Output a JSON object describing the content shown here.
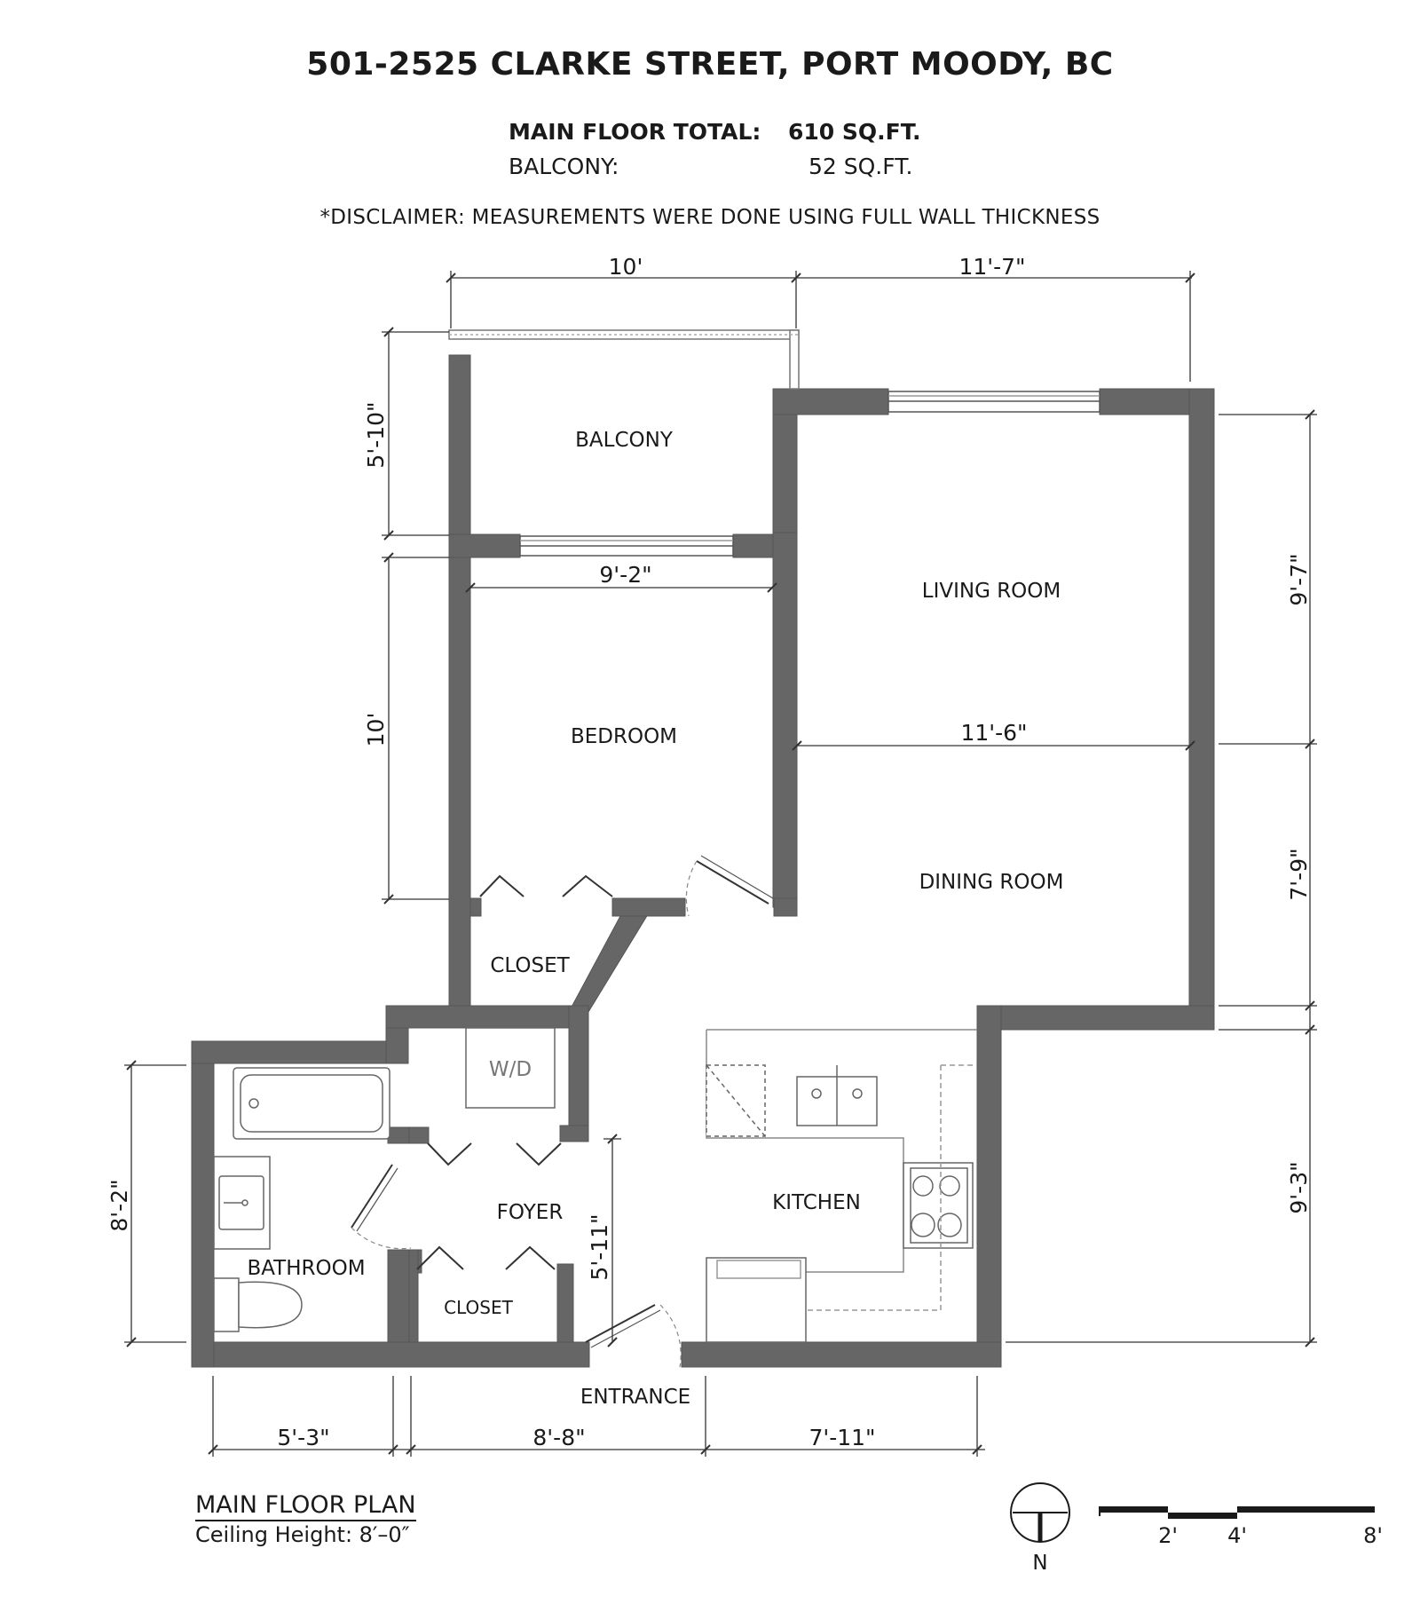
{
  "header": {
    "address": "501-2525 CLARKE STREET, PORT MOODY, BC",
    "main_floor_label": "MAIN FLOOR TOTAL:",
    "main_floor_value": "610 SQ.FT.",
    "balcony_label": "BALCONY:",
    "balcony_value": "52 SQ.FT.",
    "disclaimer": "*DISCLAIMER: MEASUREMENTS WERE DONE USING FULL WALL THICKNESS"
  },
  "rooms": {
    "balcony": "BALCONY",
    "living": "LIVING ROOM",
    "bedroom": "BEDROOM",
    "dining": "DINING ROOM",
    "closet_upper": "CLOSET",
    "wd": "W/D",
    "foyer": "FOYER",
    "kitchen": "KITCHEN",
    "bathroom": "BATHROOM",
    "closet_lower": "CLOSET",
    "entrance": "ENTRANCE"
  },
  "dimensions": {
    "top_left": "10'",
    "top_right": "11'-7\"",
    "balcony_depth": "5'-10\"",
    "bedroom_width": "9'-2\"",
    "bedroom_depth": "10'",
    "living_width": "11'-6\"",
    "living_depth": "9'-7\"",
    "dining_depth": "7'-9\"",
    "kitchen_depth": "9'-3\"",
    "bathroom_depth": "8'-2\"",
    "foyer_depth": "5'-11\"",
    "bottom_left": "5'-3\"",
    "bottom_mid": "8'-8\"",
    "bottom_right": "7'-11\""
  },
  "footer": {
    "plan_title": "MAIN FLOOR PLAN",
    "ceiling": "Ceiling Height: 8′–0″",
    "north": "N",
    "scale_2": "2'",
    "scale_4": "4'",
    "scale_8": "8'"
  }
}
